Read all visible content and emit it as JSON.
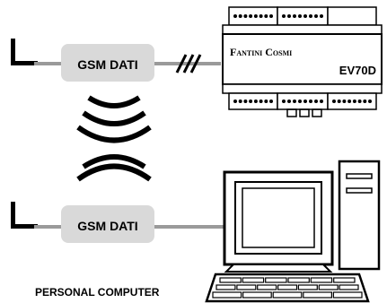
{
  "top_modem": {
    "label": "GSM DATI"
  },
  "bottom_modem": {
    "label": "GSM DATI"
  },
  "controller": {
    "brand": "Fantini Cosmi",
    "model": "EV70D"
  },
  "computer": {
    "caption": "PERSONAL COMPUTER"
  },
  "icons": {
    "antenna": "antenna-icon",
    "signal": "wireless-signal-icon",
    "serial_break": "line-break-icon"
  },
  "colors": {
    "modem_fill": "#d9d9d9",
    "line": "#9a9a9a",
    "stroke": "#000000"
  }
}
